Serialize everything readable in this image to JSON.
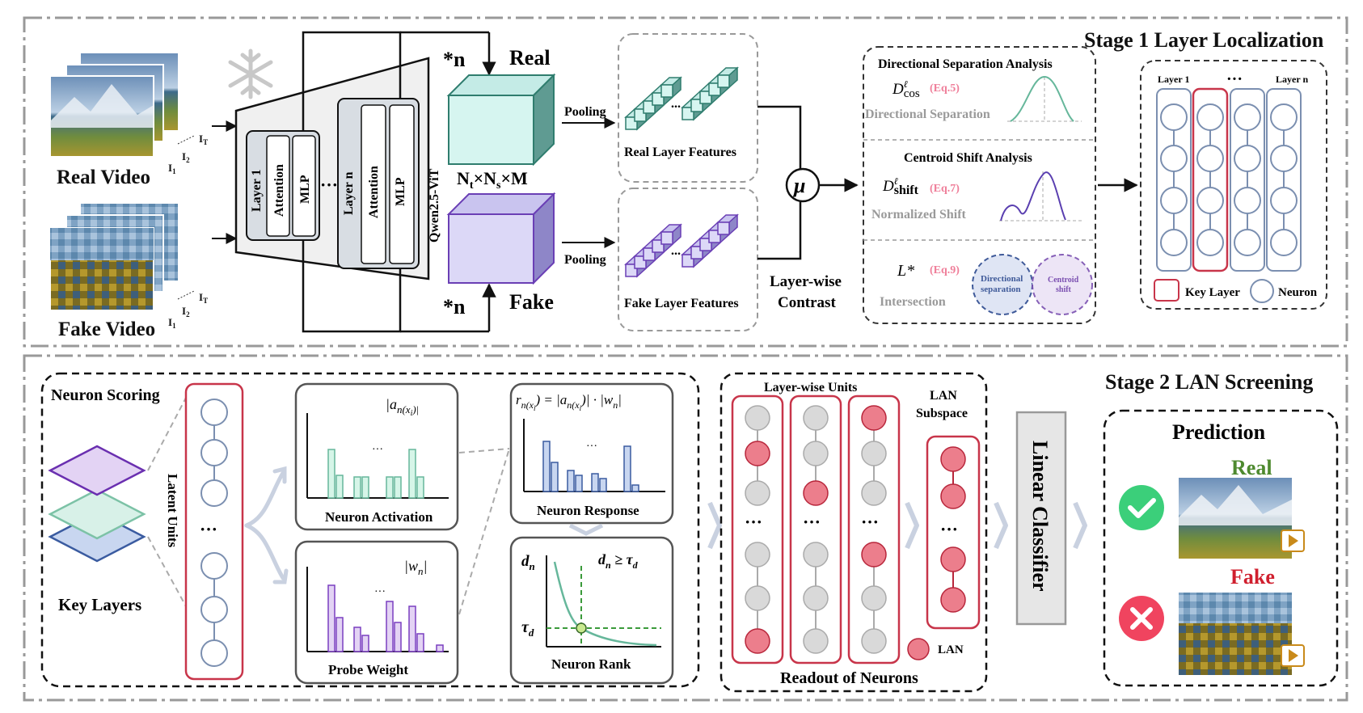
{
  "stage1": {
    "title": "Stage 1 Layer Localization",
    "real_video": "Real Video",
    "fake_video": "Fake Video",
    "frame_first": "I",
    "frame_first_sub": "1",
    "frame_second": "I",
    "frame_second_sub": "2",
    "frame_last": "I",
    "frame_last_sub": "T",
    "encoder": {
      "layer1": "Layer 1",
      "layern": "Layer n",
      "attention": "Attention",
      "mlp": "MLP",
      "dots": "···",
      "name": "Qwen2.5-ViT"
    },
    "times_n": "*n",
    "real": "Real",
    "fake": "Fake",
    "dims": "N",
    "dims_t": "t",
    "dims_times1": "×N",
    "dims_s": "s",
    "dims_times2": "×M",
    "pooling": "Pooling",
    "real_layer_features": "Real Layer Features",
    "fake_layer_features": "Fake Layer Features",
    "mu": "μ",
    "layer_wise": "Layer-wise",
    "contrast": "Contrast",
    "dir_sep_title": "Directional Separation Analysis",
    "d_cos": "D",
    "d_cos_sup": "ℓ",
    "d_cos_sub": "cos",
    "eq5": "(Eq.5)",
    "dir_sep_label": "Directional Separation",
    "centroid_title": "Centroid Shift Analysis",
    "d_shift": "D",
    "d_shift_sup": "ℓ",
    "d_shift_sub": "shift",
    "eq7": "(Eq.7)",
    "norm_shift": "Normalized Shift",
    "l_star": "L*",
    "eq9": "(Eq.9)",
    "intersection": "Intersection",
    "venn_left_1": "Directional",
    "venn_left_2": "separation",
    "venn_right_1": "Centroid",
    "venn_right_2": "shift",
    "grid_layer1": "Layer 1",
    "grid_dots": "···",
    "grid_layern": "Layer n",
    "key_layer": "Key Layer",
    "neuron": "Neuron"
  },
  "stage2": {
    "title": "Stage 2 LAN Screening",
    "neuron_scoring": "Neuron Scoring",
    "key_layers": "Key Layers",
    "latent_units": "Latent Units",
    "col_dots": "···",
    "act_formula": "|a",
    "act_formula_sub": "n(x",
    "act_formula_subsub": "i",
    "act_formula_end": ")|",
    "neuron_activation": "Neuron Activation",
    "w_formula": "|w",
    "w_formula_sub": "n",
    "w_formula_end": "|",
    "probe_weight": "Probe Weight",
    "r_formula": "r",
    "r_formula_sub": "n(x",
    "r_formula_subsub": "i",
    "r_formula_mid": ") = |a",
    "r_formula_mid_sub": "n(x",
    "r_formula_mid_subsub": "i",
    "r_formula_end": ")| · |w",
    "r_formula_end_sub": "n",
    "r_formula_close": "|",
    "neuron_response": "Neuron Response",
    "dn": "d",
    "dn_sub": "n",
    "dn_ge": "d",
    "dn_ge_sub": "n",
    "dn_ge_rel": " ≥ τ",
    "dn_ge_rel_sub": "d",
    "tau": "τ",
    "tau_sub": "d",
    "neuron_rank": "Neuron Rank",
    "plot_dots": "···",
    "layerwise_units": "Layer-wise Units",
    "lan_subspace_1": "LAN",
    "lan_subspace_2": "Subspace",
    "readout": "Readout of Neurons",
    "lan": "LAN",
    "linear_classifier": "Linear Classifier",
    "prediction": "Prediction",
    "pred_real": "Real",
    "pred_fake": "Fake"
  },
  "colors": {
    "real_green": "#4e8a2f",
    "fake_red": "#d01f2e",
    "eq_pink": "#ef7f9a",
    "teal": "#2f7d6e",
    "purple": "#6a3fb5",
    "key_red": "#c8354a",
    "neuron_blue": "#7b8fb0",
    "lan_pink": "#ec7e8c"
  }
}
